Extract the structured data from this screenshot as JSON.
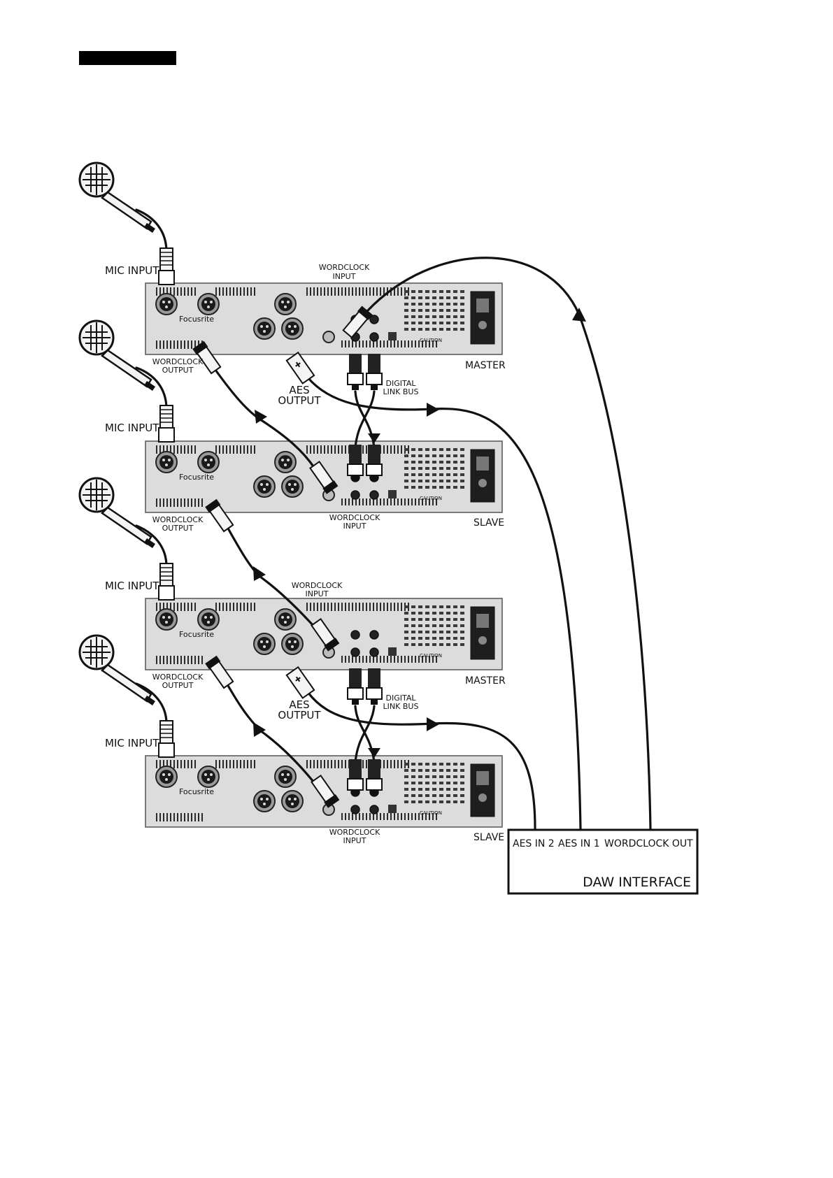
{
  "labels": {
    "mic_input": "MIC INPUT",
    "wordclock": "WORDCLOCK",
    "input": "INPUT",
    "output": "OUTPUT",
    "aes": "AES",
    "digital": "DIGITAL",
    "link_bus": "LINK BUS",
    "master": "MASTER",
    "slave": "SLAVE",
    "brand": "Focusrite",
    "caution": "CAUTION"
  },
  "daw": {
    "aes_in_2": "AES IN 2",
    "aes_in_1": "AES IN 1",
    "wordclock_out": "WORDCLOCK OUT",
    "title": "DAW INTERFACE"
  },
  "colors": {
    "line": "#111111",
    "unit_panel": "#dcdcdc",
    "header_bar": "#000000"
  }
}
